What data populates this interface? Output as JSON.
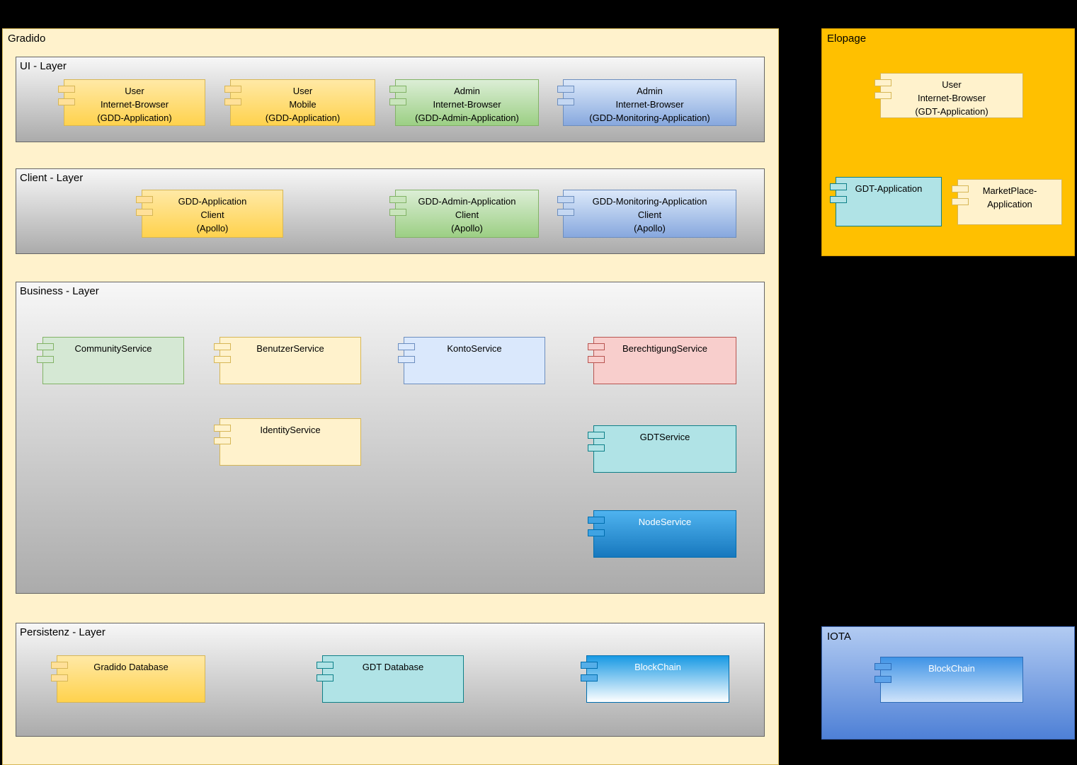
{
  "diagram": {
    "gradido": {
      "label": "Gradido",
      "layers": {
        "ui": {
          "label": "UI - Layer",
          "components": [
            {
              "label": "User\nInternet-Browser\n(GDD-Application)"
            },
            {
              "label": "User\nMobile\n(GDD-Application)"
            },
            {
              "label": "Admin\nInternet-Browser\n(GDD-Admin-Application)"
            },
            {
              "label": "Admin\nInternet-Browser\n(GDD-Monitoring-Application)"
            }
          ]
        },
        "client": {
          "label": "Client - Layer",
          "components": [
            {
              "label": "GDD-Application\nClient\n(Apollo)"
            },
            {
              "label": "GDD-Admin-Application\nClient\n(Apollo)"
            },
            {
              "label": "GDD-Monitoring-Application\nClient\n(Apollo)"
            }
          ]
        },
        "business": {
          "label": "Business - Layer",
          "components": [
            {
              "label": "CommunityService"
            },
            {
              "label": "BenutzerService"
            },
            {
              "label": "KontoService"
            },
            {
              "label": "BerechtigungService"
            },
            {
              "label": "IdentityService"
            },
            {
              "label": "GDTService"
            },
            {
              "label": "NodeService"
            }
          ]
        },
        "persistenz": {
          "label": "Persistenz - Layer",
          "components": [
            {
              "label": "Gradido Database"
            },
            {
              "label": "GDT Database"
            },
            {
              "label": "BlockChain"
            }
          ]
        }
      }
    },
    "elopage": {
      "label": "Elopage",
      "components": [
        {
          "label": "User\nInternet-Browser\n(GDT-Application)"
        },
        {
          "label": "GDT-Application"
        },
        {
          "label": "MarketPlace-\nApplication"
        }
      ]
    },
    "iota": {
      "label": "IOTA",
      "components": [
        {
          "label": "BlockChain"
        }
      ]
    }
  },
  "palette": {
    "background": "#000000",
    "gradido_fill": "#FFF2CC",
    "gradido_border": "#D6B656",
    "elopage_fill": "#FFC000",
    "iota_gradient_top": "#B2CBF2",
    "iota_gradient_bottom": "#4E80D6",
    "layer_gradient_top": "#F7F7F7",
    "layer_gradient_bottom": "#ABABAB",
    "yellow_component": "#FFD966",
    "pale_yellow_component": "#FFF2CC",
    "green_component": "#97D077",
    "pale_green_component": "#D5E8D4",
    "blue_component": "#7EA6E0",
    "pale_blue_component": "#DAE8FC",
    "red_component": "#F8CECC",
    "teal_component": "#B0E3E6",
    "node_blue_component": "#1BA1E2"
  }
}
